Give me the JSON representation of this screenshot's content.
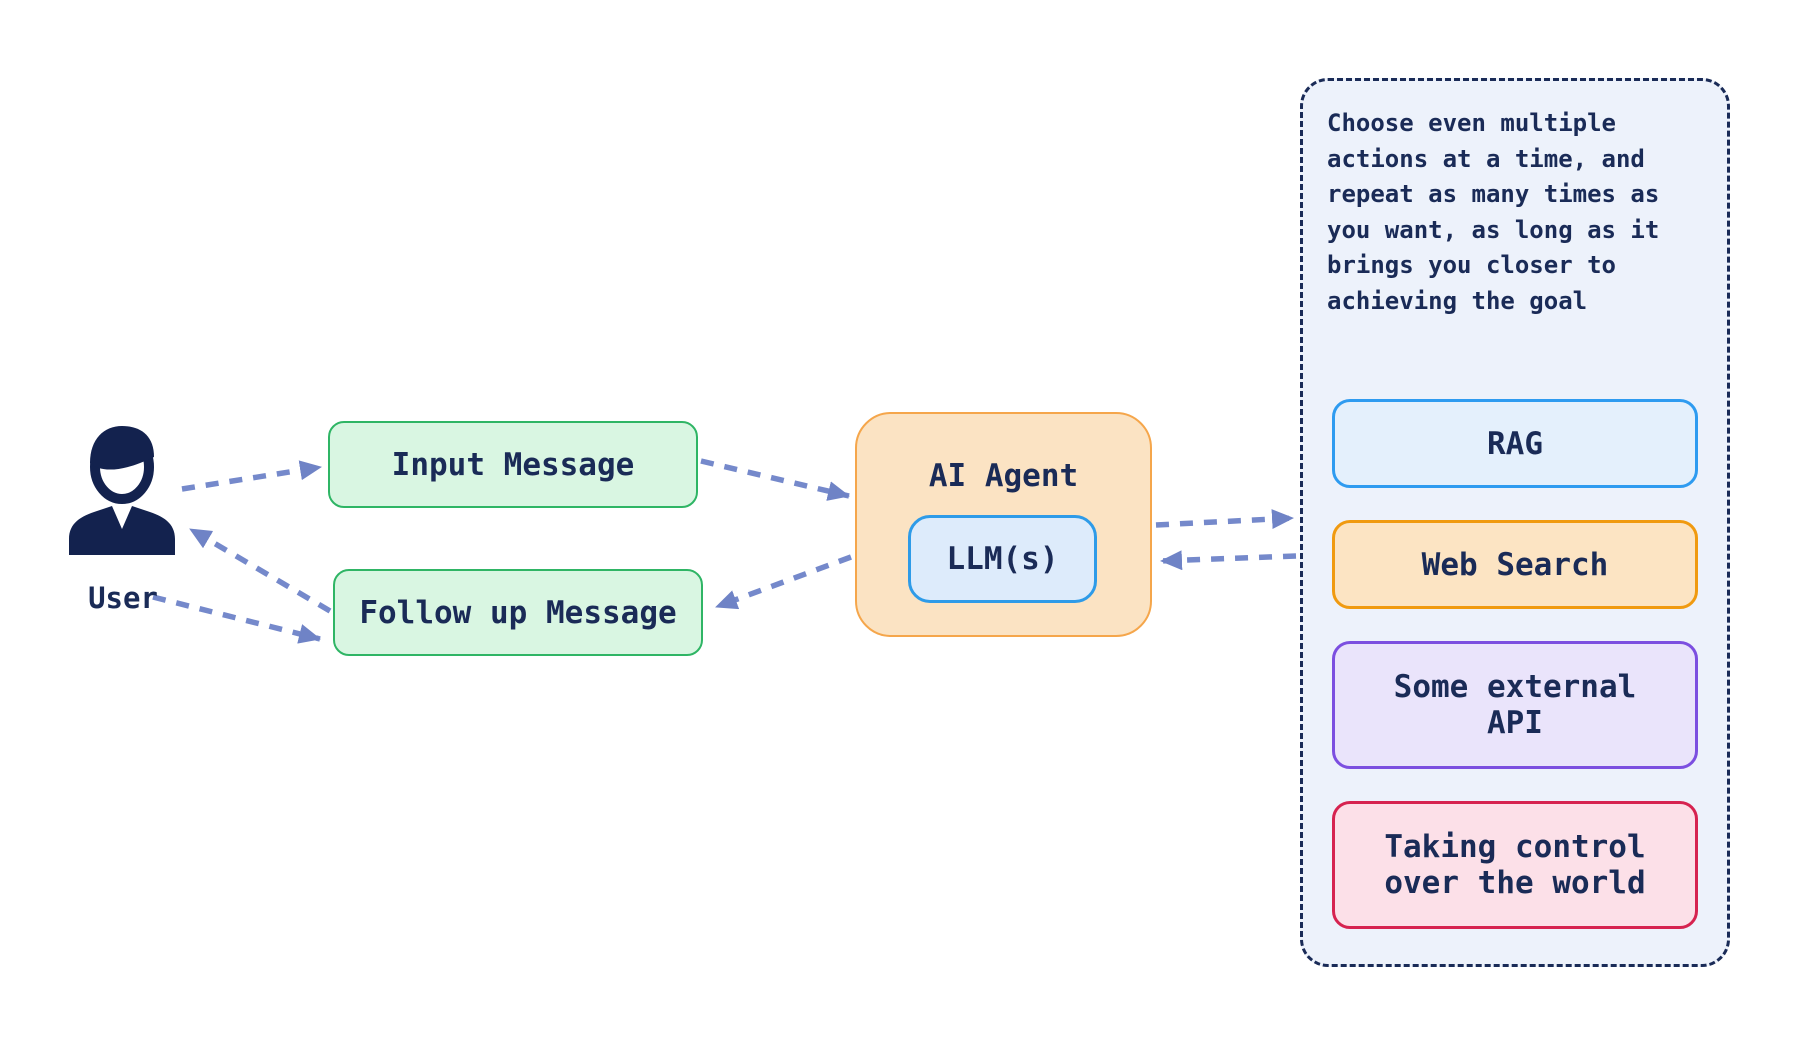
{
  "user": {
    "label": "User"
  },
  "nodes": {
    "input_message": {
      "label": "Input Message",
      "fill": "#D9F6E2",
      "border": "#2FB565"
    },
    "follow_up_message": {
      "label": "Follow up Message",
      "fill": "#D9F6E2",
      "border": "#2FB565"
    },
    "ai_agent": {
      "label": "AI Agent",
      "fill": "#FBE3C3",
      "border": "#F5A64B"
    },
    "llm": {
      "label": "LLM(s)",
      "fill": "#DDEBFB",
      "border": "#2E9BE8"
    }
  },
  "actions_panel": {
    "note_text": "Choose even multiple\nactions at a time, and\nrepeat as many times as\nyou want, as long as it\nbrings you closer to\nachieving the goal",
    "fill": "#EDF2FB",
    "border": "#1A2B57",
    "items": [
      {
        "label": "RAG",
        "fill": "#E4F0FC",
        "border": "#2E9BF0"
      },
      {
        "label": "Web Search",
        "fill": "#FCE4C3",
        "border": "#F09A10"
      },
      {
        "label": "Some external\nAPI",
        "fill": "#EAE4FB",
        "border": "#7C4FE0"
      },
      {
        "label": "Taking control\nover the world",
        "fill": "#FCE0E8",
        "border": "#D62350"
      }
    ]
  },
  "arrows": {
    "style": "dashed",
    "line_color": "#7589CB",
    "head_color": "#6F83C6",
    "connections": [
      "user -> input_message",
      "input_message -> ai_agent",
      "ai_agent -> follow_up_message",
      "follow_up_message -> user",
      "user -> follow_up_message",
      "ai_agent -> actions_panel",
      "actions_panel -> ai_agent"
    ]
  },
  "text_color": "#1A2B57"
}
